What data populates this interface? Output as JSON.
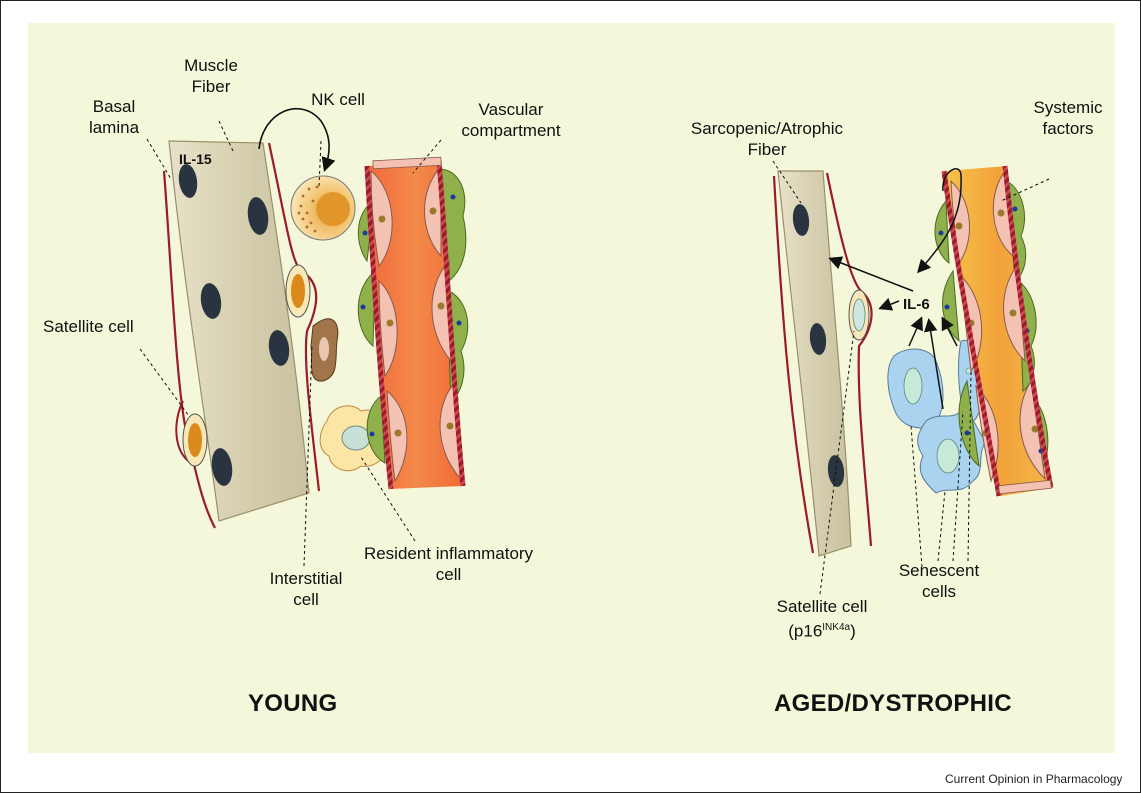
{
  "young": {
    "title": "YOUNG",
    "labels": {
      "basal_lamina": [
        "Basal",
        "lamina"
      ],
      "muscle_fiber": [
        "Muscle",
        "Fiber"
      ],
      "nk_cell": "NK cell",
      "vascular": [
        "Vascular",
        "compartment"
      ],
      "il15": "IL-15",
      "satellite_cell": "Satellite cell",
      "interstitial": [
        "Interstitial",
        "cell"
      ],
      "resident": [
        "Resident inflammatory",
        "cell"
      ]
    }
  },
  "aged": {
    "title": "AGED/DYSTROPHIC",
    "labels": {
      "fiber": [
        "Sarcopenic/Atrophic",
        "Fiber"
      ],
      "systemic": [
        "Systemic",
        "factors"
      ],
      "il6": "IL-6",
      "senescent": [
        "Senescent",
        "cells"
      ],
      "satellite": [
        "Satellite cell",
        "(p16",
        "INK4a",
        ")"
      ]
    }
  },
  "source": "Current Opinion in Pharmacology",
  "colors": {
    "panel_bg": "#f4f7d9",
    "fiber": "#d7d1b4",
    "lamina": "#9b1b2a",
    "nucleus": "#2a3340",
    "satellite_young": "#d98a1a",
    "vessel_young": "#f07a3d",
    "vessel_aged": "#f0a834",
    "pericyte": "#8fb04a",
    "endothelial": "#f3c2b2",
    "senescent": "#a9d3ef"
  }
}
